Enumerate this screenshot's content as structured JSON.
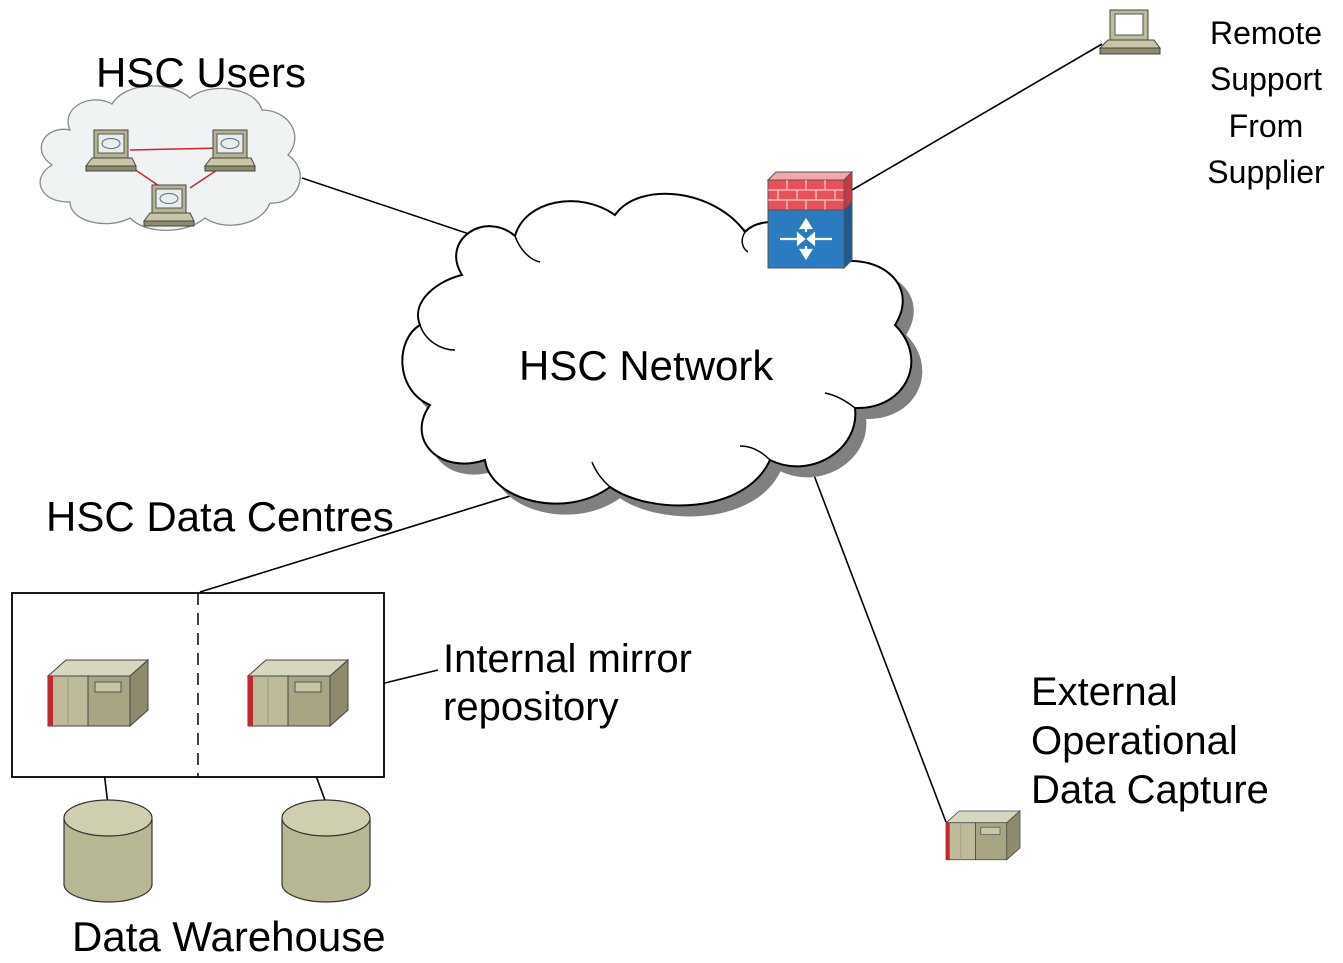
{
  "labels": {
    "hsc_users": "HSC Users",
    "hsc_network": "HSC Network",
    "hsc_data_centres": "HSC Data Centres",
    "internal_mirror": [
      "Internal mirror",
      "repository"
    ],
    "data_warehouse": "Data Warehouse",
    "external": [
      "External",
      "Operational",
      "Data Capture"
    ],
    "remote": [
      "Remote",
      "Support",
      "From",
      "Supplier"
    ]
  },
  "icons": {
    "users_group": "cloud-workgroup-icon",
    "network": "network-cloud-icon",
    "firewall": "firewall-router-icon",
    "remote_pc": "desktop-computer-icon",
    "server": "server-tower-icon",
    "database": "database-cylinder-icon"
  },
  "colors": {
    "firewall_brick": "#e8515a",
    "firewall_base": "#2a7bc0",
    "server_body": "#b7b593",
    "server_stripe": "#c0282e",
    "database": "#bcbc98",
    "users_cloud": "#eff3f3",
    "users_link": "#d2232a"
  }
}
